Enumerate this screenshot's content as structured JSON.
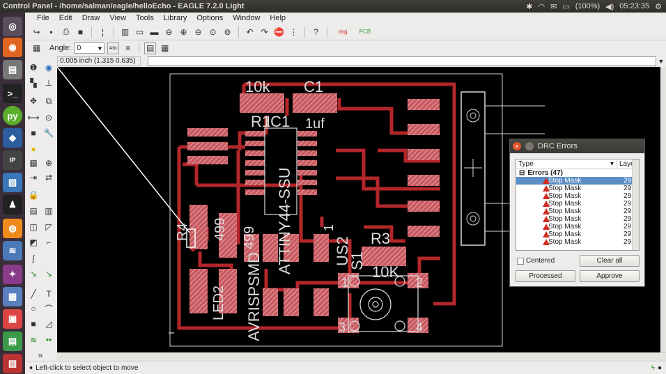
{
  "window": {
    "title": "Control Panel - /home/salman/eagle/helloEcho - EAGLE 7.2.0 Light"
  },
  "system": {
    "battery": "(100%)",
    "time": "05:23:35"
  },
  "menu": [
    "File",
    "Edit",
    "Draw",
    "View",
    "Tools",
    "Library",
    "Options",
    "Window",
    "Help"
  ],
  "toolbar2": {
    "angle_label": "Angle:",
    "angle_value": "0"
  },
  "coords": "0.005 inch (1.315 0.635)",
  "status": "Left-click to select object to move",
  "board": {
    "labels": [
      "10k",
      "C1",
      "R1",
      "IC1",
      "1uf",
      "ATTINY44-SSU",
      "R4",
      "499",
      "499",
      "LED2",
      "AVRISPSMD",
      "US2",
      "R3",
      "10K",
      "S1",
      "1",
      "2",
      "3",
      "4",
      "1"
    ]
  },
  "drc": {
    "title": "DRC Errors",
    "col_type": "Type",
    "col_layer": "Layer",
    "group": "Errors (47)",
    "rows": [
      {
        "type": "Stop Mask",
        "layer": "29"
      },
      {
        "type": "Stop Mask",
        "layer": "29"
      },
      {
        "type": "Stop Mask",
        "layer": "29"
      },
      {
        "type": "Stop Mask",
        "layer": "29"
      },
      {
        "type": "Stop Mask",
        "layer": "29"
      },
      {
        "type": "Stop Mask",
        "layer": "29"
      },
      {
        "type": "Stop Mask",
        "layer": "29"
      },
      {
        "type": "Stop Mask",
        "layer": "29"
      },
      {
        "type": "Stop Mask",
        "layer": "29"
      }
    ],
    "centered": "Centered",
    "clear_all": "Clear all",
    "processed": "Processed",
    "approve": "Approve"
  },
  "colors": {
    "trace": "#b3262a",
    "pad": "#d9747a",
    "silk": "#dcdcdc",
    "board_bg": "#000000",
    "selection": "#5b8ec7"
  }
}
